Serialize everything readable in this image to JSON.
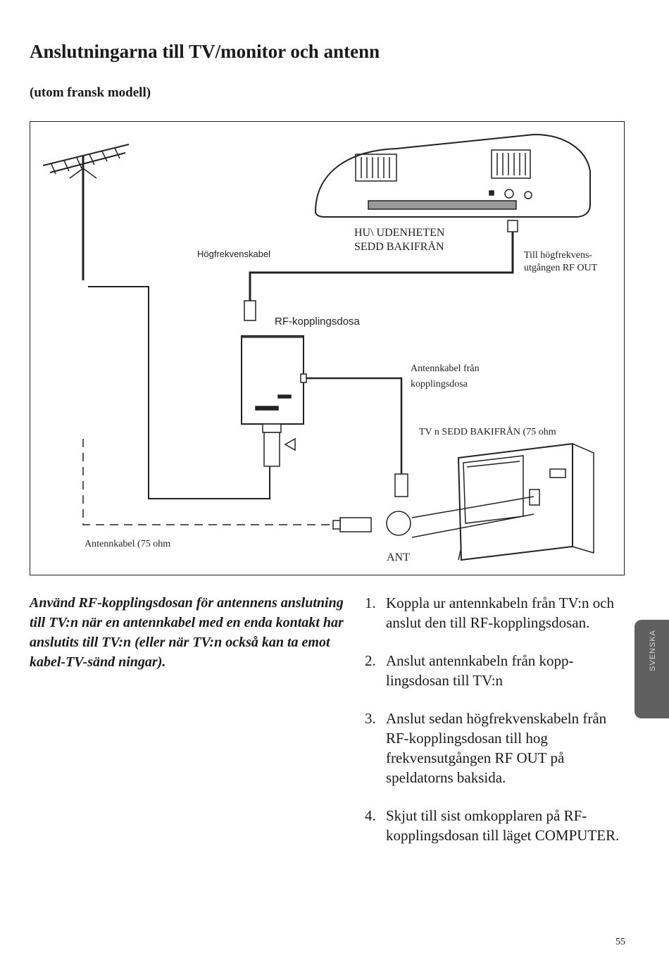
{
  "title": "Anslutningarna till TV/monitor och antenn",
  "subtitle": "(utom fransk modell)",
  "diagram": {
    "label_main_unit": [
      "HU\\ UDENHETEN",
      "SEDD BAKIFRÅN"
    ],
    "label_rf_cable": "Högfrekvenskabel",
    "label_rf_out": [
      "Till högfrekvens-",
      "utgången RF OUT"
    ],
    "label_rf_box": "RF-kopplingsdosa",
    "label_box_cable": [
      "Antennkabel från",
      "kopplingsdosa"
    ],
    "label_tv": "TV n SEDD BAKIFRÅN (75 ohm",
    "label_antenna_cable": "Antennkabel (75 ohm",
    "label_ant": "ANT"
  },
  "intro": "Använd RF-kopplingsdosan för antennens anslutning till TV:n när en antennkabel med en enda kontakt har anslutits till TV:n (eller när TV:n också kan ta emot kabel-TV-sänd ningar).",
  "steps": [
    {
      "num": "1.",
      "text": "Koppla ur antennkabeln från TV:n och anslut den till RF-kopplingsdosan."
    },
    {
      "num": "2.",
      "text": "Anslut antennkabeln från kopp-lingsdosan till TV:n"
    },
    {
      "num": "3.",
      "text": "Anslut sedan högfrekvenskabeln från RF-kopplingsdosan till hog frekvensutgången RF OUT på speldatorns baksida."
    },
    {
      "num": "4.",
      "text": "Skjut till sist omkopplaren på RF-kopplingsdosan till läget COMPUTER."
    }
  ],
  "page_number": "55",
  "side_tab": "SVENSKA"
}
